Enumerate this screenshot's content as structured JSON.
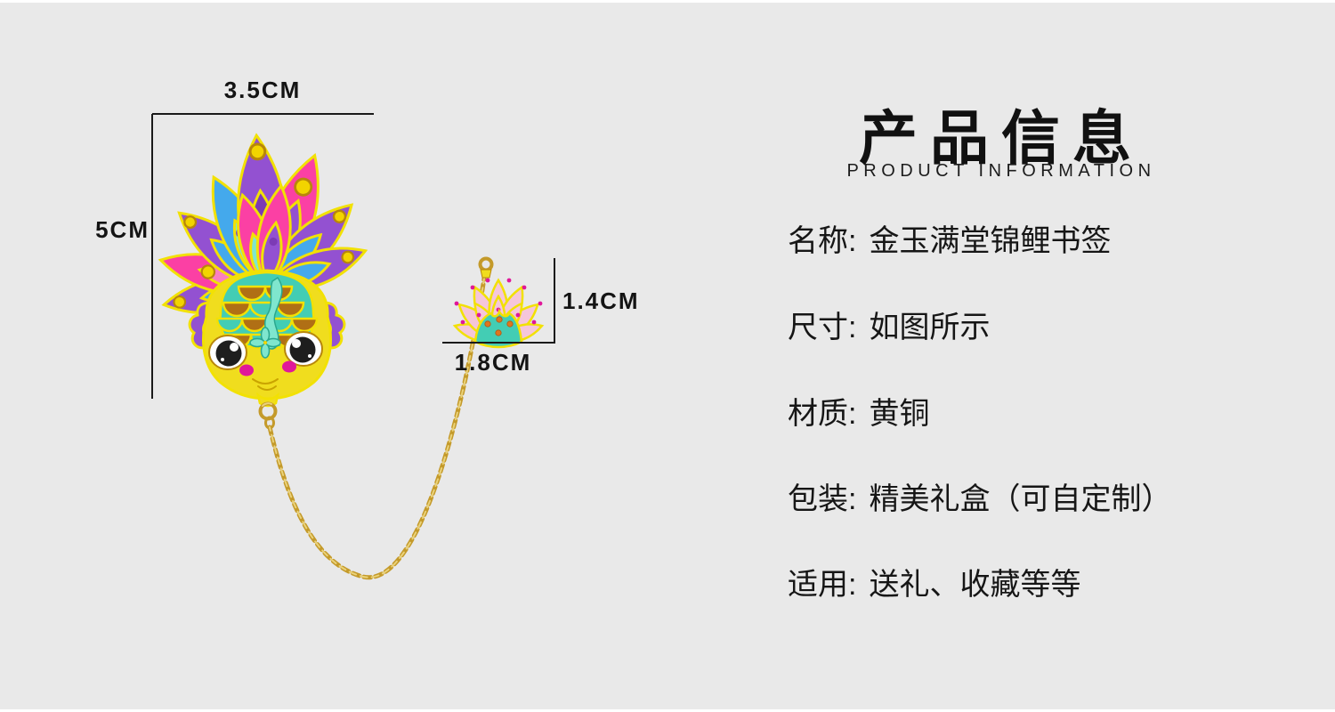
{
  "artwork": {
    "description": "金玉满堂锦鲤书签 — enamel goldfish bookmark with gold chain and lotus charm",
    "dimensions": {
      "width": "3.5CM",
      "height": "5CM",
      "charm_height": "1.4CM",
      "charm_width": "1.8CM"
    },
    "palette": {
      "gold_outline": "#F2E104",
      "gold_dot": "#F2D400",
      "gold_deep": "#B8860B",
      "gold_metal": "#C49A2A",
      "gold_light": "#EAD27A",
      "pink": "#FB40A4",
      "pink_mid": "#FA7EC0",
      "pink_light": "#F5C6DA",
      "purple": "#9351D1",
      "purple_deep": "#7C3BB5",
      "blue": "#44A9EC",
      "teal": "#43CDB4",
      "teal_deep": "#2AA78E",
      "mint": "#7FE6CE",
      "brown": "#B06F15",
      "body_yellow": "#F0DD1E",
      "magenta": "#E0189A",
      "orange": "#E0761F",
      "black": "#1E1E1E",
      "line": "#1A1A1A",
      "text": "#141414",
      "bg": "#E9E9E9",
      "white": "#FFFFFF"
    }
  },
  "info_panel": {
    "title": "产品信息",
    "subtitle": "PRODUCT INFORMATION",
    "rows": [
      {
        "label": "名称:",
        "value": "金玉满堂锦鲤书签"
      },
      {
        "label": "尺寸:",
        "value": "如图所示"
      },
      {
        "label": "材质:",
        "value": "黄铜"
      },
      {
        "label": "包装:",
        "value": "精美礼盒（可自定制）"
      },
      {
        "label": "适用:",
        "value": "送礼、收藏等等"
      }
    ]
  }
}
